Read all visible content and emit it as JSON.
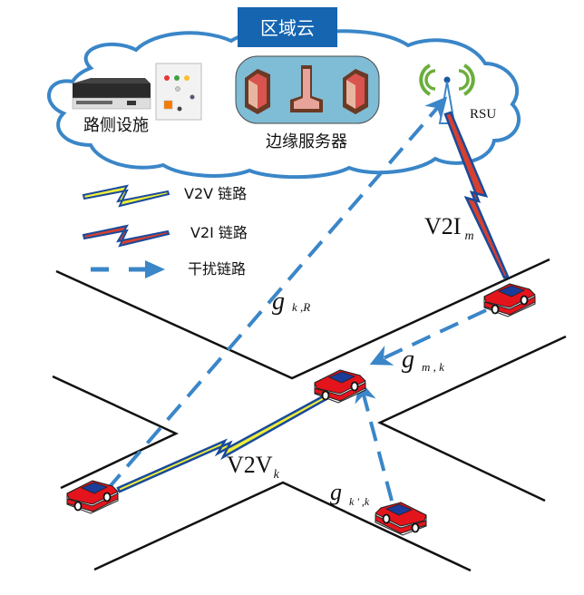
{
  "cloud": {
    "title": "区域云",
    "title_bg": "#1565b0",
    "outline_color": "#3a86c8",
    "roadside_label": "路侧设施",
    "edge_server_label": "边缘服务器",
    "rsu_label": "RSU"
  },
  "legend": {
    "v2v": "V2V 链路",
    "v2i": "V2I 链路",
    "interference": "干扰链路"
  },
  "labels": {
    "v2i_m": {
      "main": "V2I",
      "sub": "m"
    },
    "v2v_k": {
      "main": "V2V",
      "sub": "k"
    },
    "g_kR": {
      "main": "g",
      "sub": "k ,R"
    },
    "g_mk": {
      "main": "g",
      "sub": "m , k"
    },
    "g_kpk": {
      "main": "g",
      "sub": "k ' ,k"
    }
  },
  "colors": {
    "road": "#111111",
    "interference": "#3a86c8",
    "v2v_fill": "#f0ee3a",
    "v2i_fill": "#d8402e",
    "link_outline": "#1a4a9a",
    "car_body": "#e3141c",
    "car_window": "#1a3d9a",
    "antenna_green": "#6aae3c",
    "server_panel": "#7fbcd6"
  }
}
